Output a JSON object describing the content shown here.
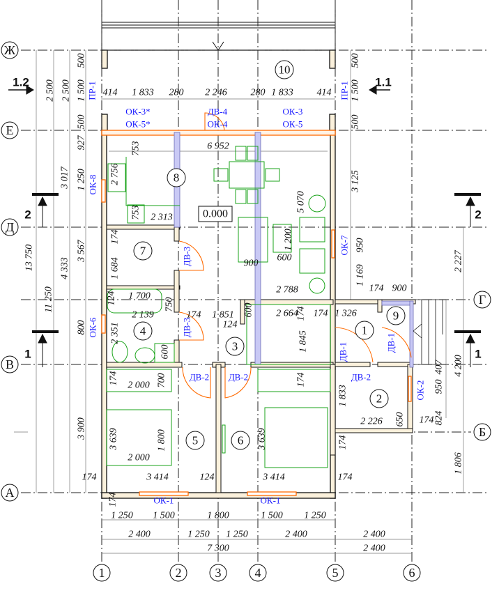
{
  "axes": {
    "letters": [
      "Ж",
      "Е",
      "Д",
      "Г",
      "В",
      "Б",
      "А"
    ],
    "numbers": [
      "1",
      "2",
      "3",
      "4",
      "5",
      "6"
    ]
  },
  "rooms": [
    "1",
    "2",
    "3",
    "4",
    "5",
    "6",
    "7",
    "8",
    "9",
    "10"
  ],
  "level_mark": "0.000",
  "section_marks": [
    "1.2",
    "1.1",
    "2",
    "2",
    "1",
    "1"
  ],
  "openings": [
    "ПР-1",
    "ПР-1",
    "ОК-3*",
    "ОК-5*",
    "ДВ-4",
    "ОК-4",
    "ОК-3",
    "ОК-5",
    "ОК-8",
    "ДВ-3",
    "ДВ-3",
    "ОК-6",
    "ОК-7",
    "ДВ-1",
    "ДВ-1",
    "ДВ-2",
    "ДВ-2",
    "ДВ-2",
    "ОК-2",
    "ОК-1",
    "ОК-1"
  ],
  "dims": {
    "left": [
      "2 500",
      "2 500",
      "13 750",
      "11 250",
      "3 017",
      "4 333",
      "500",
      "1 500",
      "500",
      "927",
      "1 250",
      "3 567",
      "800",
      "3 900"
    ],
    "right": [
      "500",
      "1 500",
      "500",
      "3 125",
      "950",
      "1 169",
      "2 227",
      "4 200",
      "1 806",
      "407",
      "950",
      "824",
      "174"
    ],
    "top": [
      "414",
      "1 833",
      "280",
      "2 246",
      "280",
      "1 833",
      "414"
    ],
    "bottom1": [
      "1 250",
      "1 500",
      "1 800",
      "1 500",
      "1 250"
    ],
    "bottom2": [
      "2 400",
      "1 250",
      "1 250",
      "2 400",
      "2 400"
    ],
    "bottom3": [
      "7 300",
      "2 400"
    ],
    "interior": [
      "6 952",
      "753",
      "2 756",
      "753",
      "2 313",
      "5 070",
      "1 200",
      "900",
      "600",
      "174",
      "1 684",
      "1 700",
      "124",
      "750",
      "2 139",
      "2 351",
      "174",
      "1 851",
      "124",
      "600",
      "2 788",
      "2 664",
      "174",
      "174",
      "1 326",
      "174",
      "900",
      "1 845",
      "600",
      "174",
      "2 000",
      "700",
      "174",
      "1 833",
      "2 226",
      "650",
      "3 639",
      "1 800",
      "2 000",
      "3 639",
      "174",
      "3 414",
      "124",
      "3 414",
      "174",
      "174",
      "174"
    ]
  }
}
